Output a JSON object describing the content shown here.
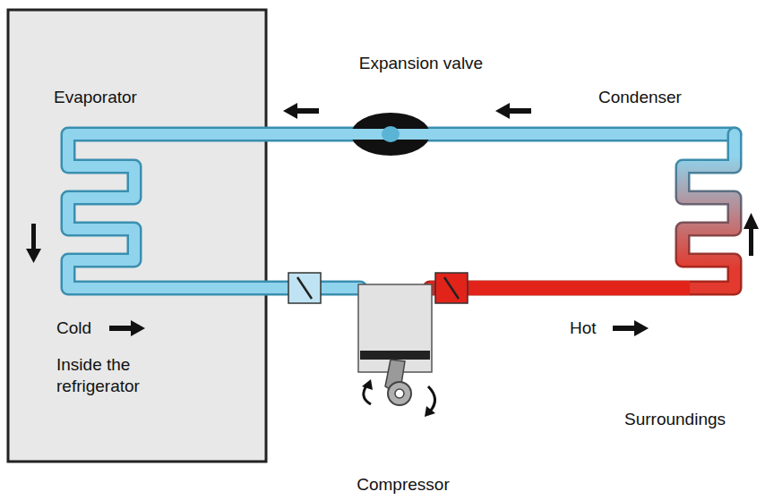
{
  "diagram": {
    "nodes": [
      {
        "text": [
          "Evaporator",
          "Cold",
          "Inside the refrigerator"
        ]
      }
    ],
    "labels": [
      "Expansion valve",
      "Condenser",
      "Hot",
      "Surroundings",
      "Compressor"
    ]
  }
}
